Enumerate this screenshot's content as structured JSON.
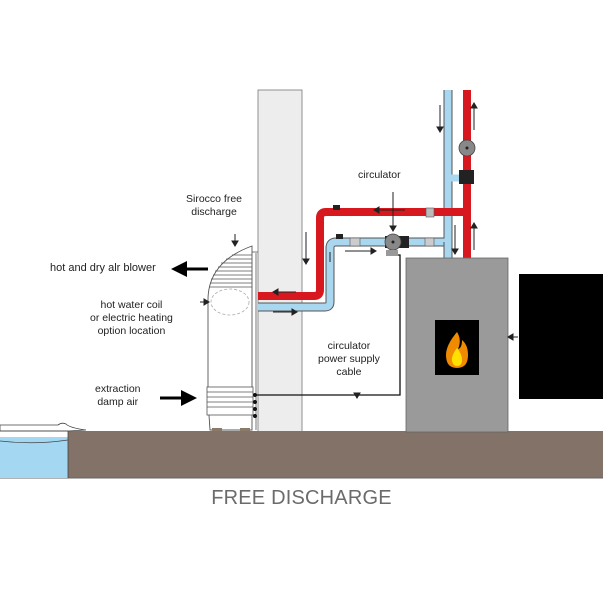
{
  "title": "FREE DISCHARGE",
  "labels": {
    "sirocco_line1": "Sirocco free",
    "sirocco_line2": "discharge",
    "blower": "hot and dry alr blower",
    "coil_line1": "hot water coil",
    "coil_line2": "or electric heating",
    "coil_line3": "option location",
    "extraction_line1": "extraction",
    "extraction_line2": "damp air",
    "circulator": "circulator",
    "cable_line1": "circulator",
    "cable_line2": "power supply",
    "cable_line3": "cable"
  },
  "components": {
    "blower_unit": "sirocco-air-blower",
    "wall": "wall-column",
    "stove": "wood-stove",
    "stove_icon": "flame-icon",
    "panel": "black-panel",
    "pool": "pool-water",
    "floor": "floor-slab"
  },
  "colors": {
    "hot_pipe": "#d7191f",
    "cold_pipe": "#a9d7ef",
    "stove_body": "#9a9a9a",
    "floor": "#827268",
    "wall": "#ededed",
    "water": "#a4d8f2",
    "title_text": "#6b6b6b"
  }
}
